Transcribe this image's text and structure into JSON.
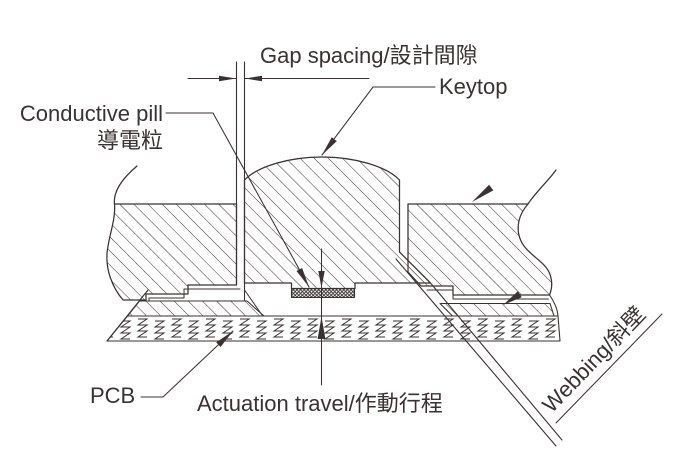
{
  "title": "Keypad cross-section diagram",
  "labels": {
    "gap_spacing": "Gap spacing/設計間隙",
    "keytop": "Keytop",
    "conductive_pill_en": "Conductive pill",
    "conductive_pill_zh": "導電粒",
    "pcb": "PCB",
    "actuation_travel": "Actuation travel/作動行程",
    "webbing": "Webbing/斜壁"
  },
  "parts": [
    {
      "name": "keytop-dome",
      "fill": "diagonal-hatch"
    },
    {
      "name": "left-housing",
      "fill": "diagonal-hatch"
    },
    {
      "name": "right-housing",
      "fill": "diagonal-hatch"
    },
    {
      "name": "rubber-base-membrane",
      "fill": "diagonal-hatch"
    },
    {
      "name": "conductive-pill",
      "fill": "crosshatch"
    },
    {
      "name": "pcb-board",
      "fill": "zigzag"
    }
  ],
  "colors": {
    "line": "#3a3132",
    "background": "#ffffff"
  }
}
